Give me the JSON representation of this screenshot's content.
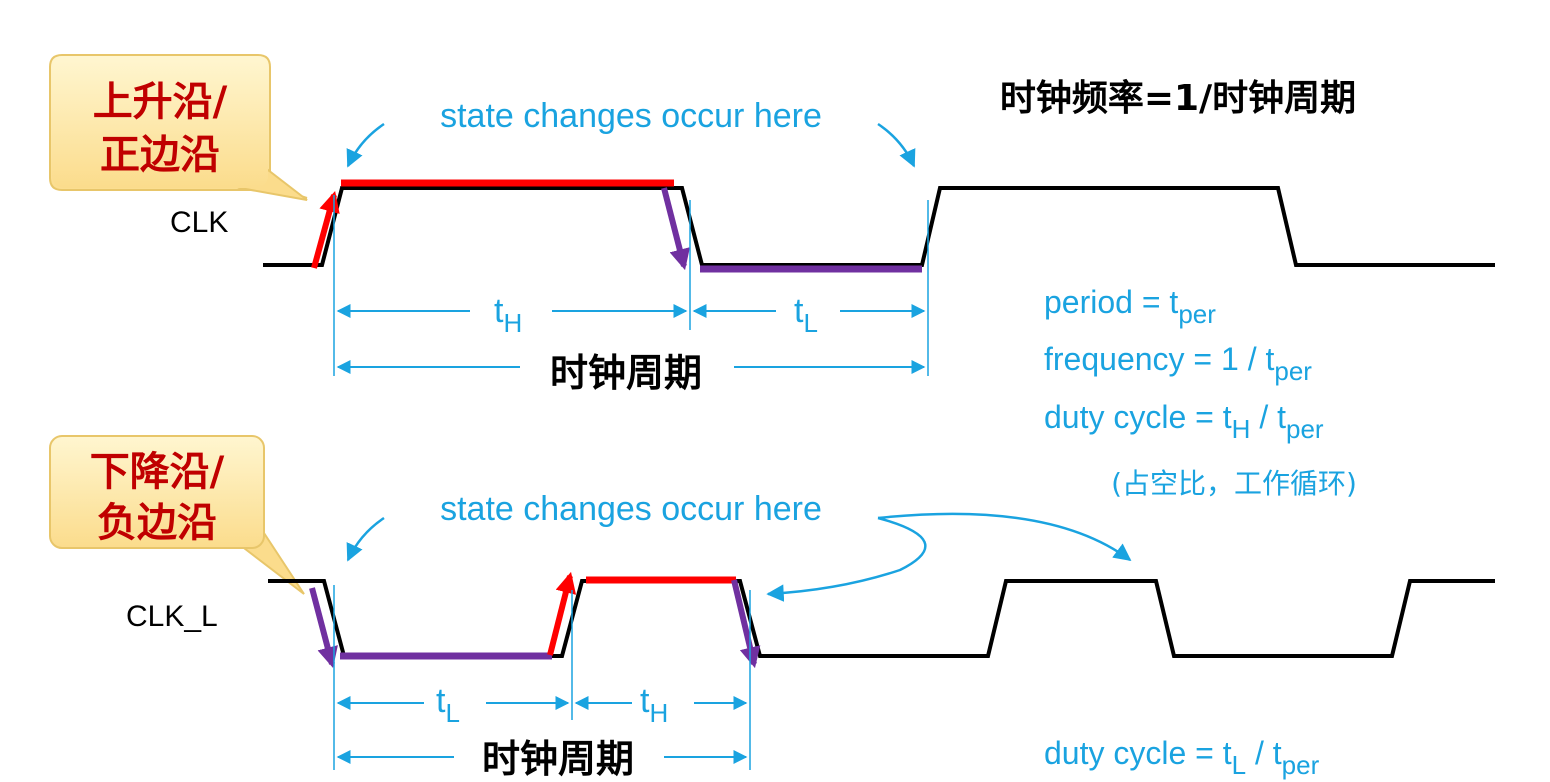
{
  "colors": {
    "annotation": "#1aa3e0",
    "rising_marker": "#ff0000",
    "falling_marker": "#7030a0",
    "callout_text": "#c00000",
    "callout_fill": "#fde9a8",
    "waveform": "#000000"
  },
  "top": {
    "callout": [
      "上升沿/",
      "正边沿"
    ],
    "signal_label": "CLK",
    "state_changes": "state changes occur here",
    "frequency_formula": "时钟频率=1/时钟周期",
    "t_high": {
      "base": "t",
      "sub": "H"
    },
    "t_low": {
      "base": "t",
      "sub": "L"
    },
    "period_label": "时钟周期",
    "formulas": {
      "period": {
        "pre": "period = t",
        "sub": "per"
      },
      "frequency": {
        "pre": "frequency = 1 / t",
        "sub": "per"
      },
      "duty": {
        "pre": "duty cycle = t",
        "sub1": "H",
        "mid": " / t",
        "sub2": "per"
      },
      "duty_note": "(占空比，工作循环)"
    }
  },
  "bottom": {
    "callout": [
      "下降沿/",
      "负边沿"
    ],
    "signal_label": "CLK_L",
    "state_changes": "state changes occur here",
    "t_low": {
      "base": "t",
      "sub": "L"
    },
    "t_high": {
      "base": "t",
      "sub": "H"
    },
    "period_label": "时钟周期",
    "duty": {
      "pre": "duty cycle = t",
      "sub1": "L",
      "mid": " / t",
      "sub2": "per"
    }
  }
}
